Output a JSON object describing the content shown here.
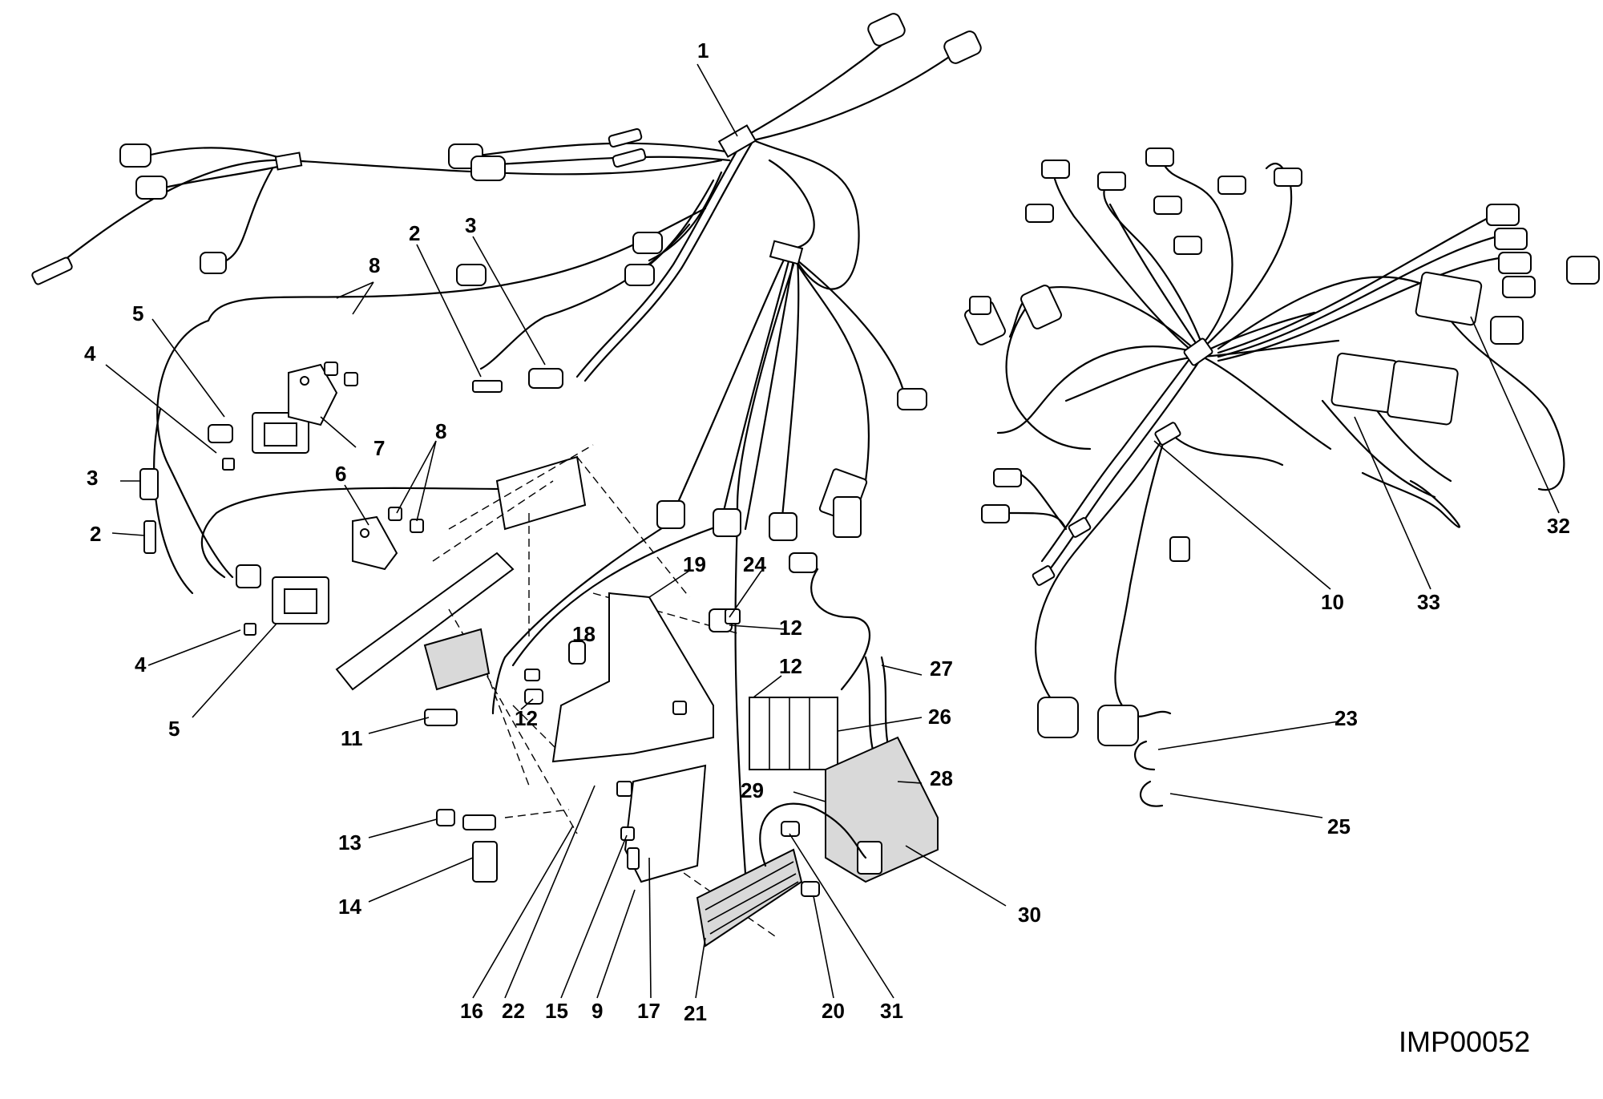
{
  "diagram": {
    "drawing_code": "IMP00052",
    "callouts": [
      "1",
      "2",
      "3",
      "4",
      "5",
      "6",
      "7",
      "8",
      "9",
      "10",
      "11",
      "12",
      "13",
      "14",
      "15",
      "16",
      "17",
      "18",
      "19",
      "20",
      "21",
      "22",
      "23",
      "24",
      "25",
      "26",
      "27",
      "28",
      "29",
      "30",
      "31",
      "32",
      "33"
    ]
  }
}
